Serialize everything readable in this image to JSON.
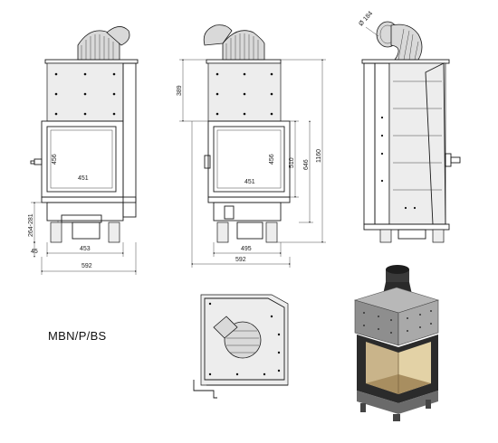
{
  "model": "MBN/P/BS",
  "front_view": {
    "width_total": "592",
    "width_body": "453",
    "height_glass": "456",
    "width_glass": "451",
    "leg_range": "264-281",
    "leg_offset": "45"
  },
  "side_view": {
    "height_top": "389",
    "height_glass": "456",
    "width_glass": "451",
    "width_base": "495",
    "width_total": "592",
    "height_a": "510",
    "height_b": "646",
    "height_total": "1160"
  },
  "right_view": {
    "flue_diameter": "Ø 184"
  }
}
